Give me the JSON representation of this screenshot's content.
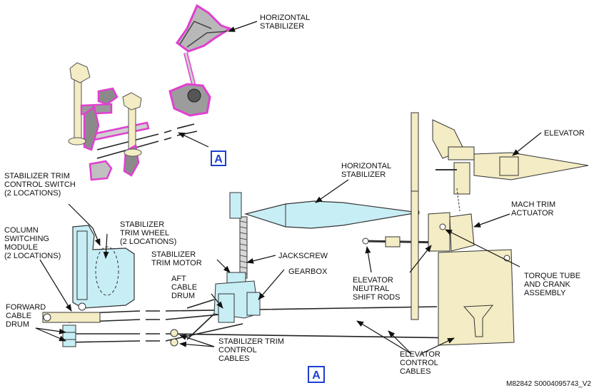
{
  "colors": {
    "cream": "#f3ecc4",
    "cyan": "#c8eef5",
    "magenta": "#e040d0",
    "gray_part": "#b8b8b8",
    "ink": "#111111",
    "callout_blue": "#1e3fd1"
  },
  "labels": {
    "horizontal_stabilizer_top": [
      "HORIZONTAL",
      "STABILIZER"
    ],
    "elevator": [
      "ELEVATOR"
    ],
    "horizontal_stabilizer_mid": [
      "HORIZONTAL",
      "STABILIZER"
    ],
    "stab_trim_control_switch": [
      "STABILIZER TRIM",
      "CONTROL SWITCH",
      "(2 LOCATIONS)"
    ],
    "column_switching_module": [
      "COLUMN",
      "SWITCHING",
      "MODULE",
      "(2 LOCATIONS)"
    ],
    "stab_trim_wheel": [
      "STABILIZER",
      "TRIM WHEEL",
      "(2 LOCATIONS)"
    ],
    "stab_trim_motor": [
      "STABILIZER",
      "TRIM MOTOR"
    ],
    "jackscrew": [
      "JACKSCREW"
    ],
    "aft_cable_drum": [
      "AFT",
      "CABLE",
      "DRUM"
    ],
    "gearbox": [
      "GEARBOX"
    ],
    "forward_cable_drum": [
      "FORWARD",
      "CABLE",
      "DRUM"
    ],
    "mach_trim_actuator": [
      "MACH TRIM",
      "ACTUATOR"
    ],
    "elevator_neutral_shift_rods": [
      "ELEVATOR",
      "NEUTRAL",
      "SHIFT RODS"
    ],
    "torque_tube_crank": [
      "TORQUE TUBE",
      "AND CRANK",
      "ASSEMBLY"
    ],
    "stab_trim_control_cables": [
      "STABILIZER TRIM",
      "CONTROL",
      "CABLES"
    ],
    "elevator_control_cables": [
      "ELEVATOR",
      "CONTROL",
      "CABLES"
    ]
  },
  "callouts": {
    "detail_ref": "A",
    "detail_title": "A"
  },
  "figure_ref": "M82842 S0004095743_V2"
}
